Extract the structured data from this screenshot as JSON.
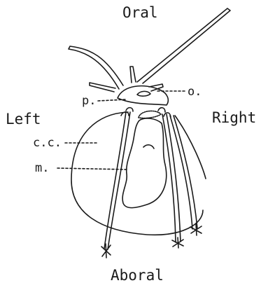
{
  "orientation": {
    "oral": "Oral",
    "aboral": "Aboral",
    "left": "Left",
    "right": "Right"
  },
  "labels": {
    "p": "p.",
    "o": "o.",
    "cc": "c.c.",
    "m": "m."
  },
  "colors": {
    "ink": "#1a1a1a",
    "paper": "#ffffff"
  }
}
